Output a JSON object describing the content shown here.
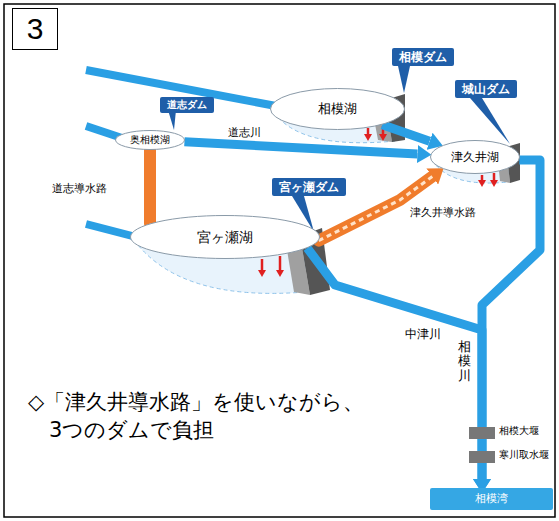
{
  "diagram": {
    "caption": "◇「津久井導水路」を使いながら、 3つのダムで負担",
    "nodes": [
      {
        "text": [
          "3"
        ]
      },
      {
        "text": [
          "相模ダム"
        ]
      },
      {
        "text": [
          "道志ダム"
        ]
      },
      {
        "text": [
          "奥相模湖"
        ]
      },
      {
        "text": [
          "相模湖"
        ]
      },
      {
        "text": [
          "城山ダム"
        ]
      },
      {
        "text": [
          "津久井湖"
        ]
      },
      {
        "text": [
          "宮ヶ瀬ダム"
        ]
      },
      {
        "text": [
          "宮ヶ瀬湖"
        ]
      },
      {
        "text": [
          "相模湾"
        ]
      }
    ],
    "edges": [
      {
        "from": 3,
        "to": 8,
        "arrow": "none",
        "label": "道志導水路"
      },
      {
        "from": 3,
        "to": 6,
        "arrow": "to",
        "label": "道志川"
      },
      {
        "from": 4,
        "to": 6,
        "arrow": "to"
      },
      {
        "from": 8,
        "to": 6,
        "arrow": "to",
        "label": "津久井導水路"
      },
      {
        "from": 6,
        "to": 9,
        "arrow": "to",
        "label": "相模川"
      },
      {
        "from": 8,
        "to": 9,
        "arrow": "to",
        "label": "中津川"
      }
    ],
    "labels": [
      "相模大堰",
      "寒川取水堰"
    ]
  }
}
